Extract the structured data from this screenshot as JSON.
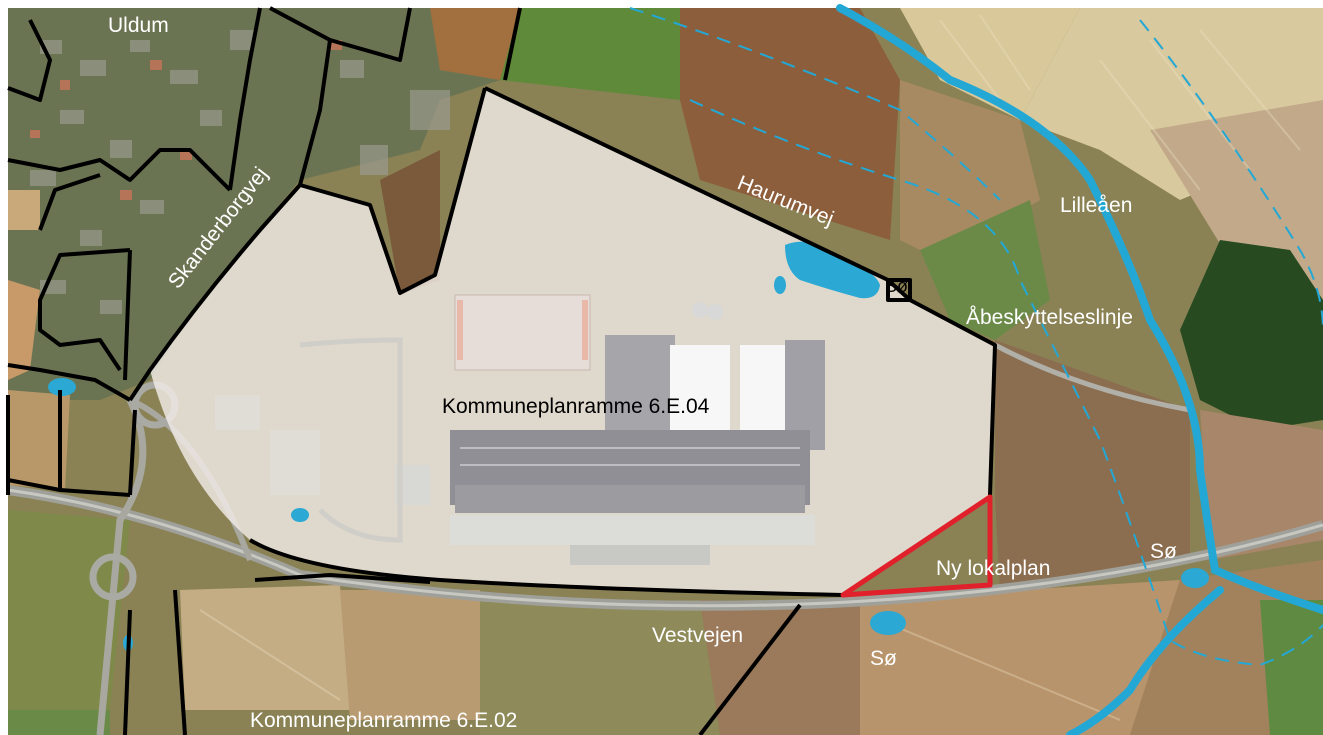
{
  "labels": {
    "uldum": "Uldum",
    "skanderborgvej": "Skanderborgvej",
    "haurumvej": "Haurumvej",
    "lilleaen": "Lilleåen",
    "so_haurumvej": "Sø",
    "aabeskyttelseslinje": "Åbeskyttelseslinje",
    "kommuneplanramme_604": "Kommuneplanramme 6.E.04",
    "ny_lokalplan": "Ny lokalplan",
    "so_east": "Sø",
    "vestvejen": "Vestvejen",
    "so_south": "Sø",
    "kommuneplanramme_602": "Kommuneplanramme 6.E.02"
  },
  "colors": {
    "river": "#23a8d6",
    "lake": "#2ba8d4",
    "boundary": "#000000",
    "new_plan": "#e0202a",
    "plan_area_fill": "#f2ece6",
    "label_light": "#ffffff",
    "label_dark": "#000000"
  }
}
